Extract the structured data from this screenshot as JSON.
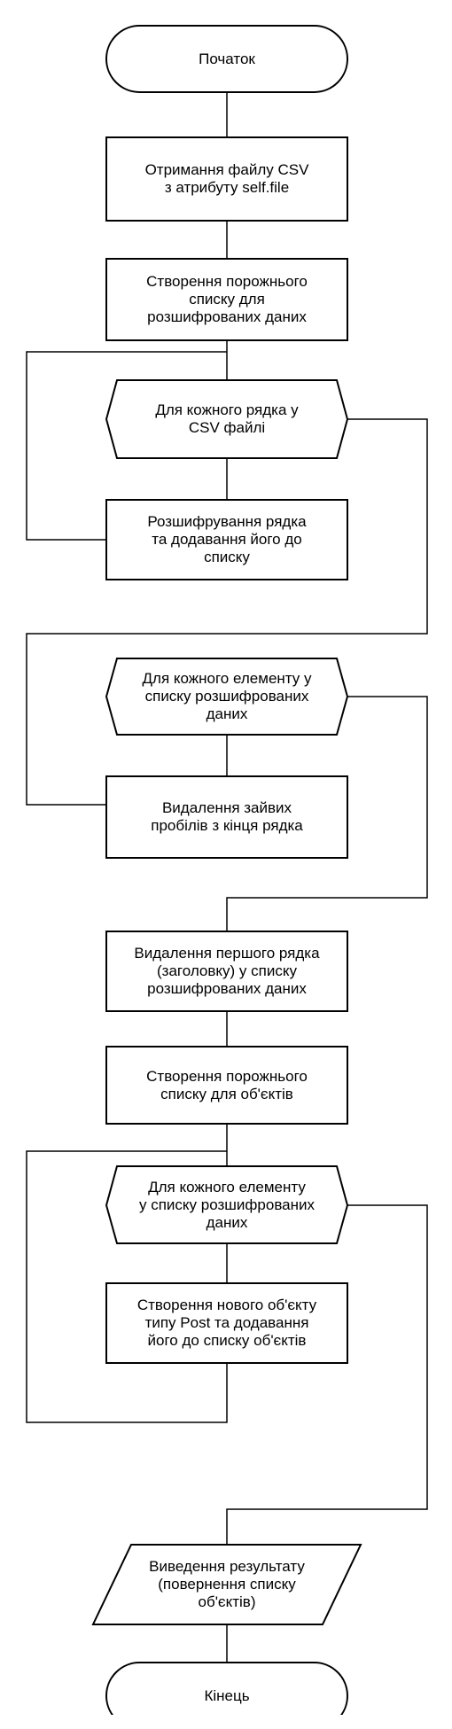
{
  "flowchart": {
    "start": "Початок",
    "step1": [
      "Отримання файлу CSV",
      "з атрибуту self.file"
    ],
    "step2": [
      "Створення порожнього",
      "списку для",
      "розшифрованих даних"
    ],
    "loop1": [
      "Для кожного рядка у",
      "CSV файлі"
    ],
    "step3": [
      "Розшифрування рядка",
      "та додавання його до",
      "списку"
    ],
    "loop2": [
      "Для кожного елементу у",
      "списку розшифрованих",
      "даних"
    ],
    "step4": [
      "Видалення зайвих",
      "пробілів з кінця рядка"
    ],
    "step5": [
      "Видалення першого рядка",
      "(заголовку) у списку",
      "розшифрованих даних"
    ],
    "step6": [
      "Створення порожнього",
      "списку для об'єктів"
    ],
    "loop3": [
      "Для кожного елементу",
      "у списку розшифрованих",
      "даних"
    ],
    "step7": [
      "Створення нового об'єкту",
      "типу Post та додавання",
      "його до списку об'єктів"
    ],
    "output": [
      "Виведення результату",
      "(повернення списку",
      "об'єктів)"
    ],
    "end": "Кінець"
  }
}
